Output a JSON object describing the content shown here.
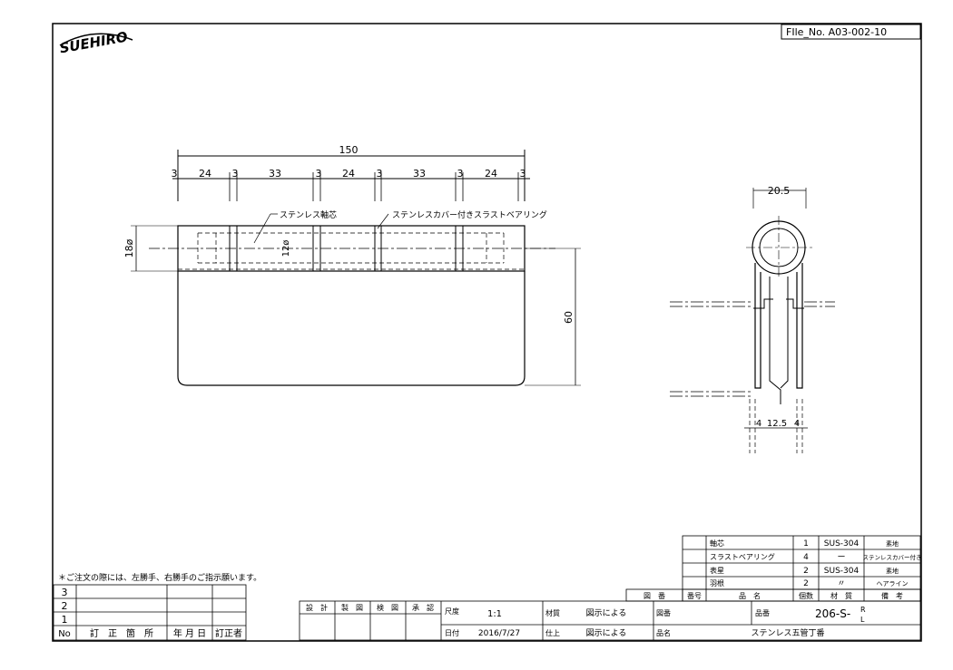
{
  "header": {
    "brand_logo": "SUEHIRO",
    "file_no": "FIle_No. A03-002-10"
  },
  "front_view": {
    "dims": {
      "overall": "150",
      "segments": [
        "3",
        "24",
        "3",
        "33",
        "3",
        "24",
        "3",
        "33",
        "3",
        "24",
        "3"
      ],
      "height_pin": "18ø",
      "height_leaf": "60",
      "pin_dia": "12ø"
    },
    "callouts": {
      "pin": "ステンレス軸芯",
      "bearing": "ステンレスカバー付きスラストベアリング"
    }
  },
  "side_view": {
    "dims": {
      "width": "20.5",
      "bottom_left": "4",
      "bottom_mid": "12.5",
      "bottom_right": "4"
    }
  },
  "parts_table": {
    "rows": [
      {
        "name": "軸芯",
        "qty": "1",
        "material": "SUS-304",
        "remarks": "素地"
      },
      {
        "name": "スラストベアリング",
        "qty": "4",
        "material": "ー",
        "remarks": "ステンレスカバー付き"
      },
      {
        "name": "表星",
        "qty": "2",
        "material": "SUS-304",
        "remarks": "素地"
      },
      {
        "name": "羽根",
        "qty": "2",
        "material": "〃",
        "remarks": "ヘアライン"
      }
    ],
    "header": {
      "drawing": "図　番",
      "part_no": "番号",
      "name": "品　名",
      "qty": "個数",
      "material": "材　質",
      "remarks": "備　考"
    }
  },
  "note": "＊ご注文の際には、左勝手、右勝手のご指示願います。",
  "revision_table": {
    "rows": [
      "3",
      "2",
      "1"
    ],
    "header": {
      "no": "No",
      "desc": "訂　正　箇　所",
      "date": "年 月 日",
      "by": "訂正者"
    }
  },
  "title_block": {
    "roles": [
      "設　計",
      "製　図",
      "検　図",
      "承　認"
    ],
    "scale_label": "尺度",
    "scale_value": "1:1",
    "date_label": "日付",
    "date_value": "2016/7/27",
    "material_label": "材質",
    "material_value": "図示による",
    "finish_label": "仕上",
    "finish_value": "図示による",
    "drawing_no_label": "図番",
    "product_no_label": "品番",
    "product_no_value": "206-S-",
    "product_no_suffix_r": "R",
    "product_no_suffix_l": "L",
    "product_name_label": "品名",
    "product_name_value": "ステンレス五管丁番"
  }
}
